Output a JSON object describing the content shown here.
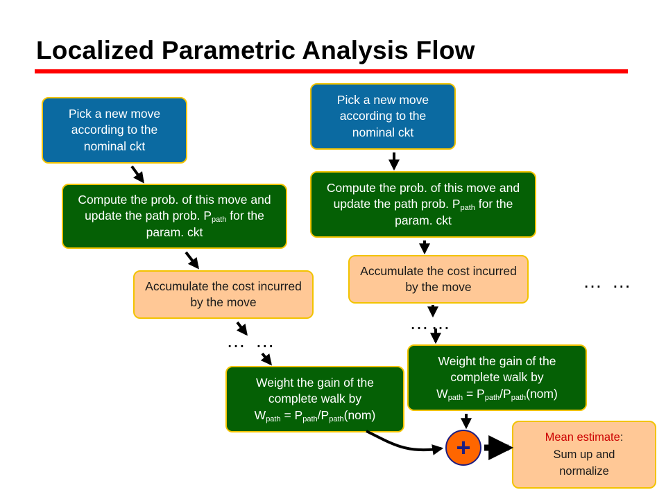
{
  "title": "Localized Parametric Analysis Flow",
  "left_flow": {
    "pick": "Pick a new move according to the nominal ckt",
    "compute": {
      "before": "Compute the prob. of this move and update the path prob. P",
      "sub": "path",
      "after": " for the param. ckt"
    },
    "accumulate": "Accumulate the cost incurred by the move",
    "dots": "… …",
    "weight": {
      "line1": "Weight the gain of the complete walk by",
      "w": "W",
      "w_sub": "path",
      "eq": " = P",
      "p_sub": "path",
      "slash": "/P",
      "p2_sub": "path",
      "nom": "(nom)"
    }
  },
  "right_flow": {
    "pick": "Pick a new move according to the nominal ckt",
    "compute": {
      "before": "Compute the prob. of this move and update the path prob. P",
      "sub": "path",
      "after": " for the param. ckt"
    },
    "accumulate": "Accumulate the cost incurred by the move",
    "dots": "……",
    "weight": {
      "line1": "Weight the gain of the complete walk by",
      "w": "W",
      "w_sub": "path",
      "eq": " = P",
      "p_sub": "path",
      "slash": "/P",
      "p2_sub": "path",
      "nom": "(nom)"
    }
  },
  "extra_dots": "… …",
  "sum_symbol": "+",
  "mean_estimate": {
    "label": "Mean estimate",
    "colon": ":",
    "line2": "Sum up and",
    "line3": "normalize"
  },
  "colors": {
    "blue_box": "#0b6aa1",
    "green_box": "#056005",
    "peach_box": "#ffc896",
    "border": "#f2c300",
    "title_rule": "#ff0000",
    "sum_circle": "#ff6600"
  }
}
